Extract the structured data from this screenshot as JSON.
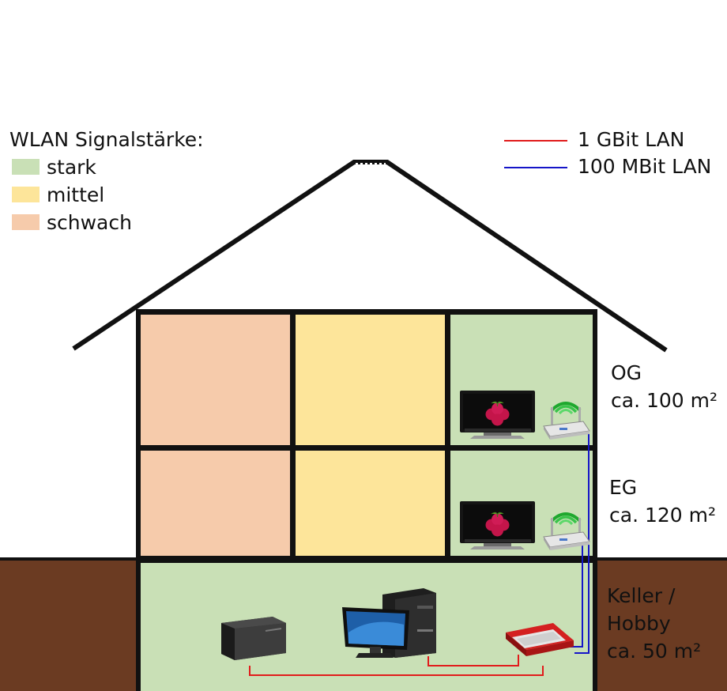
{
  "legend_wlan": {
    "title": "WLAN Signalstärke:",
    "items": [
      {
        "label": "stark",
        "color": "#c9e0b6"
      },
      {
        "label": "mittel",
        "color": "#fde59a"
      },
      {
        "label": "schwach",
        "color": "#f6cbab"
      }
    ]
  },
  "legend_lan": {
    "items": [
      {
        "label": "1 GBit LAN",
        "color": "#e11b1b"
      },
      {
        "label": "100 MBit LAN",
        "color": "#1515c8"
      }
    ]
  },
  "floors": {
    "og": {
      "name": "OG",
      "area": "ca. 100 m²"
    },
    "eg": {
      "name": "EG",
      "area": "ca. 120 m²"
    },
    "keller": {
      "name_line1": "Keller /",
      "name_line2": "Hobby",
      "area": "ca. 50 m²"
    }
  },
  "colors": {
    "stark": "#c9e0b6",
    "mittel": "#fde59a",
    "schwach": "#f6cbab",
    "ground": "#6b3b22",
    "outline": "#111111"
  },
  "devices": [
    "tv-raspberry-pi-icon",
    "wlan-repeater-icon",
    "nas-icon",
    "desktop-pc-icon",
    "fritzbox-router-icon"
  ]
}
